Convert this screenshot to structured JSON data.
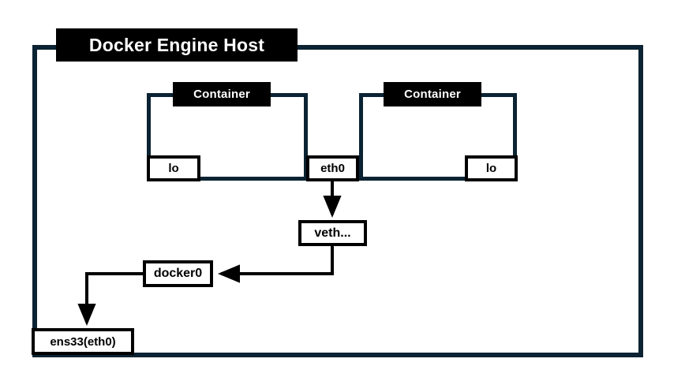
{
  "diagram": {
    "title": "Docker Engine Host",
    "type": "network-topology",
    "background_color": "#ffffff",
    "frame_color": "#0b2332",
    "chip_background": "#000000",
    "chip_text_color": "#ffffff",
    "box_border_color": "#000000",
    "host": {
      "label": "Docker Engine Host"
    },
    "containers": [
      {
        "label": "Container",
        "position": "left",
        "interfaces": [
          {
            "label": "lo",
            "name": "loopback"
          },
          {
            "label": "eth0",
            "name": "ethernet"
          }
        ]
      },
      {
        "label": "Container",
        "position": "right",
        "interfaces": [
          {
            "label": "lo",
            "name": "loopback"
          }
        ]
      }
    ],
    "host_interfaces": [
      {
        "label": "veth...",
        "name": "veth-pair"
      },
      {
        "label": "docker0",
        "name": "bridge"
      },
      {
        "label": "ens33(eth0)",
        "name": "physical-nic"
      }
    ],
    "connections": [
      {
        "from": "eth0",
        "to": "veth...",
        "arrow": true,
        "direction": "down"
      },
      {
        "from": "veth...",
        "to": "docker0",
        "arrow": true,
        "direction": "down-left"
      },
      {
        "from": "docker0",
        "to": "ens33(eth0)",
        "arrow": true,
        "direction": "left-down"
      }
    ]
  }
}
